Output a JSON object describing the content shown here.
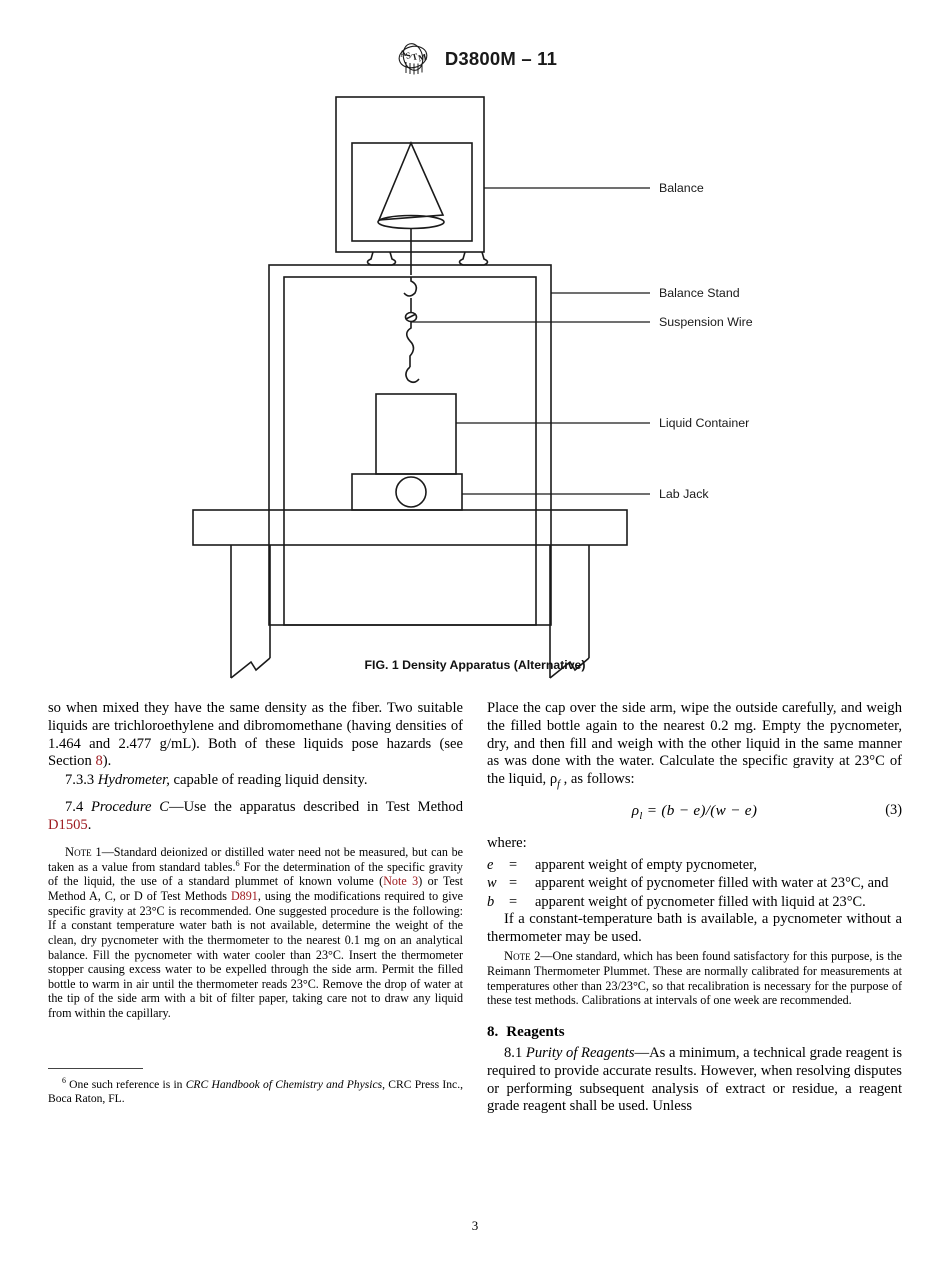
{
  "header": {
    "logo_icon": "astm-logo-icon",
    "standard_designation": "D3800M – 11"
  },
  "figure": {
    "caption": "FIG. 1 Density Apparatus (Alternative)",
    "labels": [
      {
        "id": "balance",
        "text": "Balance"
      },
      {
        "id": "balance-stand",
        "text": "Balance Stand"
      },
      {
        "id": "suspension-wire",
        "text": "Suspension Wire"
      },
      {
        "id": "liquid-container",
        "text": "Liquid Container"
      },
      {
        "id": "lab-jack",
        "text": "Lab Jack"
      }
    ]
  },
  "left_column": {
    "para_1_a": "so when mixed they have the same density as the fiber. Two suitable liquids are trichloroethylene and dibromomethane (having densities of 1.464 and 2.477 g/mL). Both of these liquids pose hazards (see Section ",
    "para_1_link": "8",
    "para_1_b": ").",
    "para_733_num": "7.3.3 ",
    "para_733_italic": "Hydrometer,",
    "para_733_rest": " capable of reading liquid density.",
    "para_74_num": "7.4 ",
    "para_74_italic": "Procedure C",
    "para_74_mid": "—Use the apparatus described in Test Method ",
    "para_74_link": "D1505",
    "para_74_end": ".",
    "note1_label": "Note 1",
    "note1_a": "—Standard deionized or distilled water need not be measured, but can be taken as a value from standard tables.",
    "note1_sup": "6",
    "note1_b": " For the determination of the specific gravity of the liquid, the use of a standard plummet of known volume (",
    "note1_link1": "Note 3",
    "note1_c": ") or Test Method A, C, or D of Test Methods ",
    "note1_link2": "D891",
    "note1_d": ", using the modifications required to give specific gravity at 23°C is recommended. One suggested procedure is the following: If a constant temperature water bath is not available, determine the weight of the clean, dry pycnometer with the thermometer to the nearest 0.1 mg on an analytical balance. Fill the pycnometer with water cooler than 23°C. Insert the thermometer stopper causing excess water to be expelled through the side arm. Permit the filled bottle to warm in air until the thermometer reads 23°C. Remove the drop of water at the tip of the side arm with a bit of filter paper, taking care not to draw any liquid from within the capillary."
  },
  "footnote": {
    "marker": "6",
    "text_a": " One such reference is in ",
    "text_italic": "CRC Handbook of Chemistry and Physics",
    "text_b": ", CRC Press Inc., Boca Raton, FL."
  },
  "right_column": {
    "para_1": "Place the cap over the side arm, wipe the outside carefully, and weigh the filled bottle again to the nearest 0.2 mg. Empty the pycnometer, dry, and then fill and weigh with the other liquid in the same manner as was done with the water. Calculate the specific gravity at 23°C of the liquid, ρ",
    "para_1_sub": "f",
    "para_1_end": " , as follows:",
    "equation": "ρ",
    "equation_sub": "l",
    "equation_rest": " = (b − e)/(w − e)",
    "equation_number": "(3)",
    "where_label": "where:",
    "definitions": [
      {
        "symbol": "e",
        "eq": "=",
        "text": "apparent weight of empty pycnometer,"
      },
      {
        "symbol": "w",
        "eq": "=",
        "text": "apparent weight of pycnometer filled with water at 23°C, and"
      },
      {
        "symbol": "b",
        "eq": "=",
        "text": "apparent weight of pycnometer filled with liquid at 23°C."
      }
    ],
    "para_2": "If a constant-temperature bath is available, a pycnometer without a thermometer may be used.",
    "note2_label": "Note 2",
    "note2_text": "—One standard, which has been found satisfactory for this purpose, is the Reimann Thermometer Plummet. These are normally calibrated for measurements at temperatures other than 23/23°C, so that recalibration is necessary for the purpose of these test methods. Calibrations at intervals of one week are recommended.",
    "section_8_num": "8.",
    "section_8_title": "Reagents",
    "para_81_num": "8.1 ",
    "para_81_italic": "Purity of Reagents",
    "para_81_rest": "—As a minimum, a technical grade reagent is required to provide accurate results. However, when resolving disputes or performing subsequent analysis of extract or residue, a reagent grade reagent shall be used. Unless"
  },
  "page_number": "3",
  "colors": {
    "link_red": "#9e1b20",
    "text_black": "#000000",
    "line_black": "#1a1a1a"
  }
}
